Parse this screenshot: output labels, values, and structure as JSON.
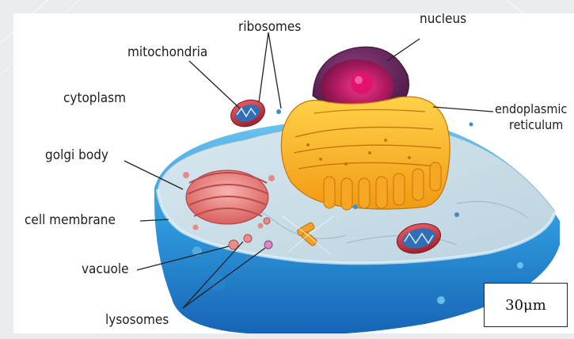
{
  "labels": {
    "ribosomes": "ribosomes",
    "nucleus": "nucleus",
    "mitochondria": "mitochondria",
    "cytoplasm": "cytoplasm",
    "endoplasmic": "endoplasmic",
    "reticulum": "reticulum",
    "golgi_body": "golgi body",
    "cell_membrane": "cell membrane",
    "vacuole": "vacuole",
    "lysosomes": "lysosomes"
  },
  "scale_bar": "30μm"
}
